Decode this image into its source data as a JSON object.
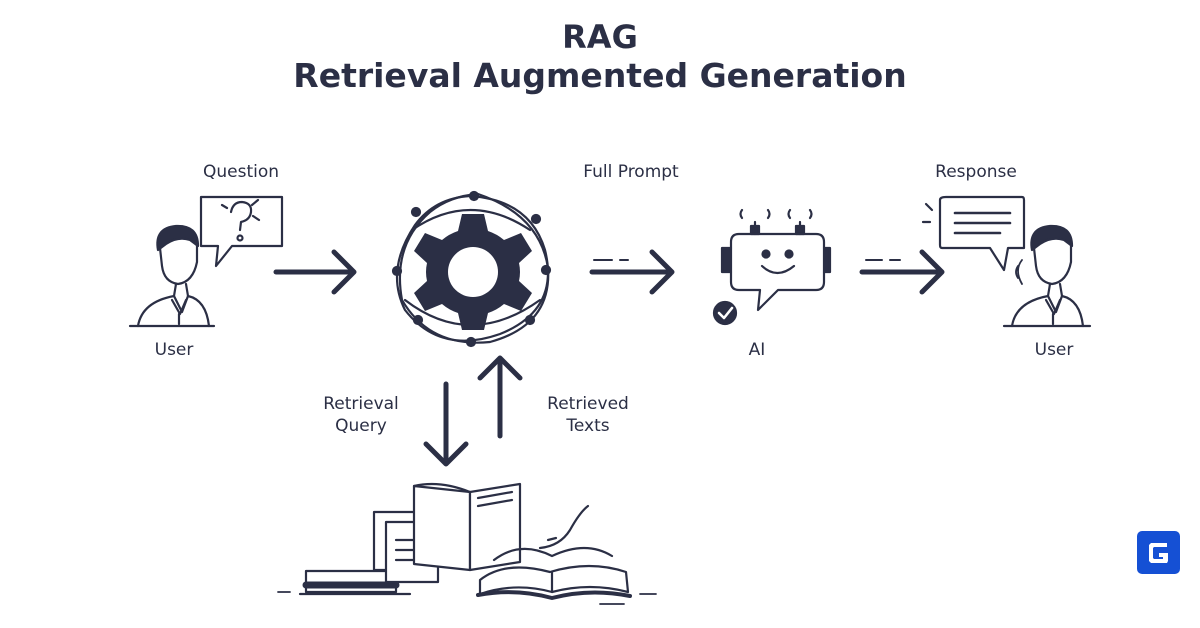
{
  "title": {
    "line1": "RAG",
    "line2": "Retrieval Augmented Generation"
  },
  "labels": {
    "question": "Question",
    "user_left": "User",
    "full_prompt": "Full Prompt",
    "ai": "AI",
    "response": "Response",
    "user_right": "User",
    "retrieval_query_1": "Retrieval",
    "retrieval_query_2": "Query",
    "retrieved_texts_1": "Retrieved",
    "retrieved_texts_2": "Texts"
  },
  "colors": {
    "ink": "#2b2f45",
    "logo_bg": "#1550d4",
    "logo_fg": "#ffffff"
  },
  "icons": {
    "user": "user-icon",
    "speech": "speech-bubble-icon",
    "gear": "gear-icon",
    "robot": "robot-icon",
    "books": "books-icon",
    "arrow": "arrow-icon",
    "logo": "logo-icon"
  }
}
